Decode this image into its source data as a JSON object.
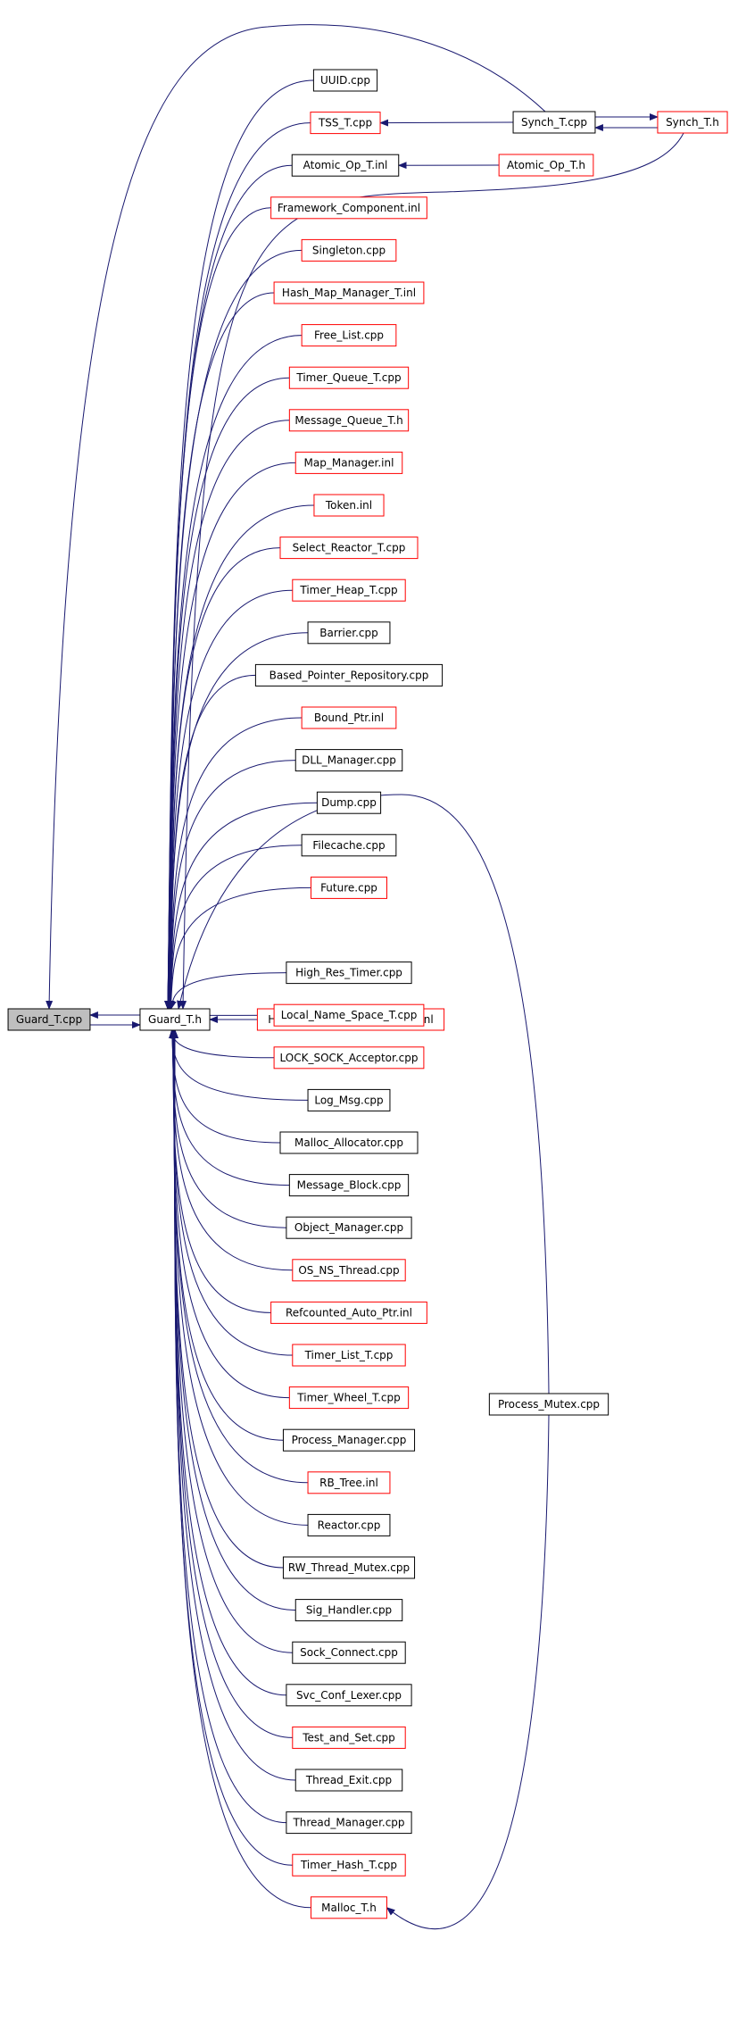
{
  "colors": {
    "edge": "#191970",
    "node_documented": "#000000",
    "node_truncated": "#ff0000",
    "node_root_fill": "#bfbfbf",
    "background": "#ffffff"
  },
  "nodes": [
    {
      "id": "guard_t_cpp",
      "label": "Guard_T.cpp",
      "style": "root"
    },
    {
      "id": "guard_t_h",
      "label": "Guard_T.h",
      "style": "black"
    },
    {
      "id": "uuid_cpp",
      "label": "UUID.cpp",
      "style": "black"
    },
    {
      "id": "tss_t_cpp",
      "label": "TSS_T.cpp",
      "style": "red"
    },
    {
      "id": "synch_t_cpp",
      "label": "Synch_T.cpp",
      "style": "black"
    },
    {
      "id": "synch_t_h",
      "label": "Synch_T.h",
      "style": "red"
    },
    {
      "id": "atomic_op_t_inl",
      "label": "Atomic_Op_T.inl",
      "style": "black"
    },
    {
      "id": "atomic_op_t_h",
      "label": "Atomic_Op_T.h",
      "style": "red"
    },
    {
      "id": "framework_component_inl",
      "label": "Framework_Component.inl",
      "style": "red"
    },
    {
      "id": "singleton_cpp",
      "label": "Singleton.cpp",
      "style": "red"
    },
    {
      "id": "hash_map_manager_t_inl",
      "label": "Hash_Map_Manager_T.inl",
      "style": "red"
    },
    {
      "id": "free_list_cpp",
      "label": "Free_List.cpp",
      "style": "red"
    },
    {
      "id": "timer_queue_t_cpp",
      "label": "Timer_Queue_T.cpp",
      "style": "red"
    },
    {
      "id": "message_queue_t_h",
      "label": "Message_Queue_T.h",
      "style": "red"
    },
    {
      "id": "map_manager_inl",
      "label": "Map_Manager.inl",
      "style": "red"
    },
    {
      "id": "token_inl",
      "label": "Token.inl",
      "style": "red"
    },
    {
      "id": "select_reactor_t_cpp",
      "label": "Select_Reactor_T.cpp",
      "style": "red"
    },
    {
      "id": "timer_heap_t_cpp",
      "label": "Timer_Heap_T.cpp",
      "style": "red"
    },
    {
      "id": "barrier_cpp",
      "label": "Barrier.cpp",
      "style": "black"
    },
    {
      "id": "based_pointer_repository_cpp",
      "label": "Based_Pointer_Repository.cpp",
      "style": "black"
    },
    {
      "id": "bound_ptr_inl",
      "label": "Bound_Ptr.inl",
      "style": "red"
    },
    {
      "id": "dll_manager_cpp",
      "label": "DLL_Manager.cpp",
      "style": "black"
    },
    {
      "id": "dump_cpp",
      "label": "Dump.cpp",
      "style": "black"
    },
    {
      "id": "filecache_cpp",
      "label": "Filecache.cpp",
      "style": "black"
    },
    {
      "id": "future_cpp",
      "label": "Future.cpp",
      "style": "red"
    },
    {
      "id": "hash_multi_map_manager_t_inl",
      "label": "Hash_Multi_Map_Manager_T.inl",
      "style": "red"
    },
    {
      "id": "high_res_timer_cpp",
      "label": "High_Res_Timer.cpp",
      "style": "black"
    },
    {
      "id": "local_name_space_t_cpp",
      "label": "Local_Name_Space_T.cpp",
      "style": "red"
    },
    {
      "id": "lock_sock_acceptor_cpp",
      "label": "LOCK_SOCK_Acceptor.cpp",
      "style": "red"
    },
    {
      "id": "log_msg_cpp",
      "label": "Log_Msg.cpp",
      "style": "black"
    },
    {
      "id": "malloc_allocator_cpp",
      "label": "Malloc_Allocator.cpp",
      "style": "black"
    },
    {
      "id": "message_block_cpp",
      "label": "Message_Block.cpp",
      "style": "black"
    },
    {
      "id": "object_manager_cpp",
      "label": "Object_Manager.cpp",
      "style": "black"
    },
    {
      "id": "os_ns_thread_cpp",
      "label": "OS_NS_Thread.cpp",
      "style": "red"
    },
    {
      "id": "refcounted_auto_ptr_inl",
      "label": "Refcounted_Auto_Ptr.inl",
      "style": "red"
    },
    {
      "id": "process_mutex_cpp",
      "label": "Process_Mutex.cpp",
      "style": "black"
    },
    {
      "id": "timer_list_t_cpp",
      "label": "Timer_List_T.cpp",
      "style": "red"
    },
    {
      "id": "timer_wheel_t_cpp",
      "label": "Timer_Wheel_T.cpp",
      "style": "red"
    },
    {
      "id": "process_manager_cpp",
      "label": "Process_Manager.cpp",
      "style": "black"
    },
    {
      "id": "rb_tree_inl",
      "label": "RB_Tree.inl",
      "style": "red"
    },
    {
      "id": "reactor_cpp",
      "label": "Reactor.cpp",
      "style": "black"
    },
    {
      "id": "rw_thread_mutex_cpp",
      "label": "RW_Thread_Mutex.cpp",
      "style": "black"
    },
    {
      "id": "sig_handler_cpp",
      "label": "Sig_Handler.cpp",
      "style": "black"
    },
    {
      "id": "sock_connect_cpp",
      "label": "Sock_Connect.cpp",
      "style": "black"
    },
    {
      "id": "svc_conf_lexer_cpp",
      "label": "Svc_Conf_Lexer.cpp",
      "style": "black"
    },
    {
      "id": "test_and_set_cpp",
      "label": "Test_and_Set.cpp",
      "style": "red"
    },
    {
      "id": "thread_exit_cpp",
      "label": "Thread_Exit.cpp",
      "style": "black"
    },
    {
      "id": "thread_manager_cpp",
      "label": "Thread_Manager.cpp",
      "style": "black"
    },
    {
      "id": "timer_hash_t_cpp",
      "label": "Timer_Hash_T.cpp",
      "style": "red"
    },
    {
      "id": "malloc_t_h",
      "label": "Malloc_T.h",
      "style": "red"
    }
  ],
  "edges": [
    {
      "from": "guard_t_h",
      "to": "guard_t_cpp"
    },
    {
      "from": "guard_t_cpp",
      "to": "guard_t_h"
    },
    {
      "from": "synch_t_cpp",
      "to": "guard_t_cpp"
    },
    {
      "from": "synch_t_h",
      "to": "guard_t_h"
    },
    {
      "from": "synch_t_cpp",
      "to": "tss_t_cpp"
    },
    {
      "from": "synch_t_cpp",
      "to": "synch_t_h"
    },
    {
      "from": "synch_t_h",
      "to": "synch_t_cpp"
    },
    {
      "from": "atomic_op_t_h",
      "to": "atomic_op_t_inl"
    },
    {
      "from": "uuid_cpp",
      "to": "guard_t_h"
    },
    {
      "from": "tss_t_cpp",
      "to": "guard_t_h"
    },
    {
      "from": "atomic_op_t_inl",
      "to": "guard_t_h"
    },
    {
      "from": "framework_component_inl",
      "to": "guard_t_h"
    },
    {
      "from": "singleton_cpp",
      "to": "guard_t_h"
    },
    {
      "from": "hash_map_manager_t_inl",
      "to": "guard_t_h"
    },
    {
      "from": "free_list_cpp",
      "to": "guard_t_h"
    },
    {
      "from": "timer_queue_t_cpp",
      "to": "guard_t_h"
    },
    {
      "from": "message_queue_t_h",
      "to": "guard_t_h"
    },
    {
      "from": "map_manager_inl",
      "to": "guard_t_h"
    },
    {
      "from": "token_inl",
      "to": "guard_t_h"
    },
    {
      "from": "select_reactor_t_cpp",
      "to": "guard_t_h"
    },
    {
      "from": "timer_heap_t_cpp",
      "to": "guard_t_h"
    },
    {
      "from": "barrier_cpp",
      "to": "guard_t_h"
    },
    {
      "from": "based_pointer_repository_cpp",
      "to": "guard_t_h"
    },
    {
      "from": "bound_ptr_inl",
      "to": "guard_t_h"
    },
    {
      "from": "dll_manager_cpp",
      "to": "guard_t_h"
    },
    {
      "from": "dump_cpp",
      "to": "guard_t_h"
    },
    {
      "from": "filecache_cpp",
      "to": "guard_t_h"
    },
    {
      "from": "future_cpp",
      "to": "guard_t_h"
    },
    {
      "from": "hash_multi_map_manager_t_inl",
      "to": "guard_t_h"
    },
    {
      "from": "high_res_timer_cpp",
      "to": "guard_t_h"
    },
    {
      "from": "local_name_space_t_cpp",
      "to": "guard_t_h"
    },
    {
      "from": "lock_sock_acceptor_cpp",
      "to": "guard_t_h"
    },
    {
      "from": "log_msg_cpp",
      "to": "guard_t_h"
    },
    {
      "from": "malloc_allocator_cpp",
      "to": "guard_t_h"
    },
    {
      "from": "message_block_cpp",
      "to": "guard_t_h"
    },
    {
      "from": "object_manager_cpp",
      "to": "guard_t_h"
    },
    {
      "from": "os_ns_thread_cpp",
      "to": "guard_t_h"
    },
    {
      "from": "refcounted_auto_ptr_inl",
      "to": "guard_t_h"
    },
    {
      "from": "process_mutex_cpp",
      "to": "guard_t_h"
    },
    {
      "from": "timer_list_t_cpp",
      "to": "guard_t_h"
    },
    {
      "from": "timer_wheel_t_cpp",
      "to": "guard_t_h"
    },
    {
      "from": "process_manager_cpp",
      "to": "guard_t_h"
    },
    {
      "from": "rb_tree_inl",
      "to": "guard_t_h"
    },
    {
      "from": "reactor_cpp",
      "to": "guard_t_h"
    },
    {
      "from": "rw_thread_mutex_cpp",
      "to": "guard_t_h"
    },
    {
      "from": "sig_handler_cpp",
      "to": "guard_t_h"
    },
    {
      "from": "sock_connect_cpp",
      "to": "guard_t_h"
    },
    {
      "from": "svc_conf_lexer_cpp",
      "to": "guard_t_h"
    },
    {
      "from": "test_and_set_cpp",
      "to": "guard_t_h"
    },
    {
      "from": "thread_exit_cpp",
      "to": "guard_t_h"
    },
    {
      "from": "thread_manager_cpp",
      "to": "guard_t_h"
    },
    {
      "from": "timer_hash_t_cpp",
      "to": "guard_t_h"
    },
    {
      "from": "malloc_t_h",
      "to": "guard_t_h"
    },
    {
      "from": "process_mutex_cpp",
      "to": "malloc_t_h"
    }
  ]
}
